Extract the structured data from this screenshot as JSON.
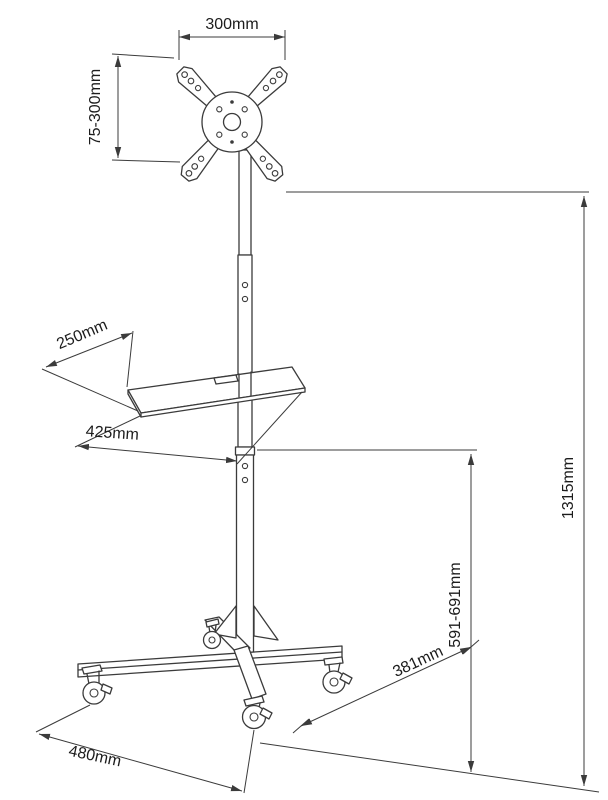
{
  "diagram": {
    "labels": {
      "bracket_width": "300mm",
      "bracket_height": "75-300mm",
      "shelf_depth": "250mm",
      "shelf_width": "425mm",
      "total_height": "1315mm",
      "column_height": "591-691mm",
      "base_depth": "381mm",
      "base_width": "480mm"
    },
    "colors": {
      "line": "#3b3b3b",
      "text": "#1c1c1c",
      "background": "#ffffff"
    }
  }
}
